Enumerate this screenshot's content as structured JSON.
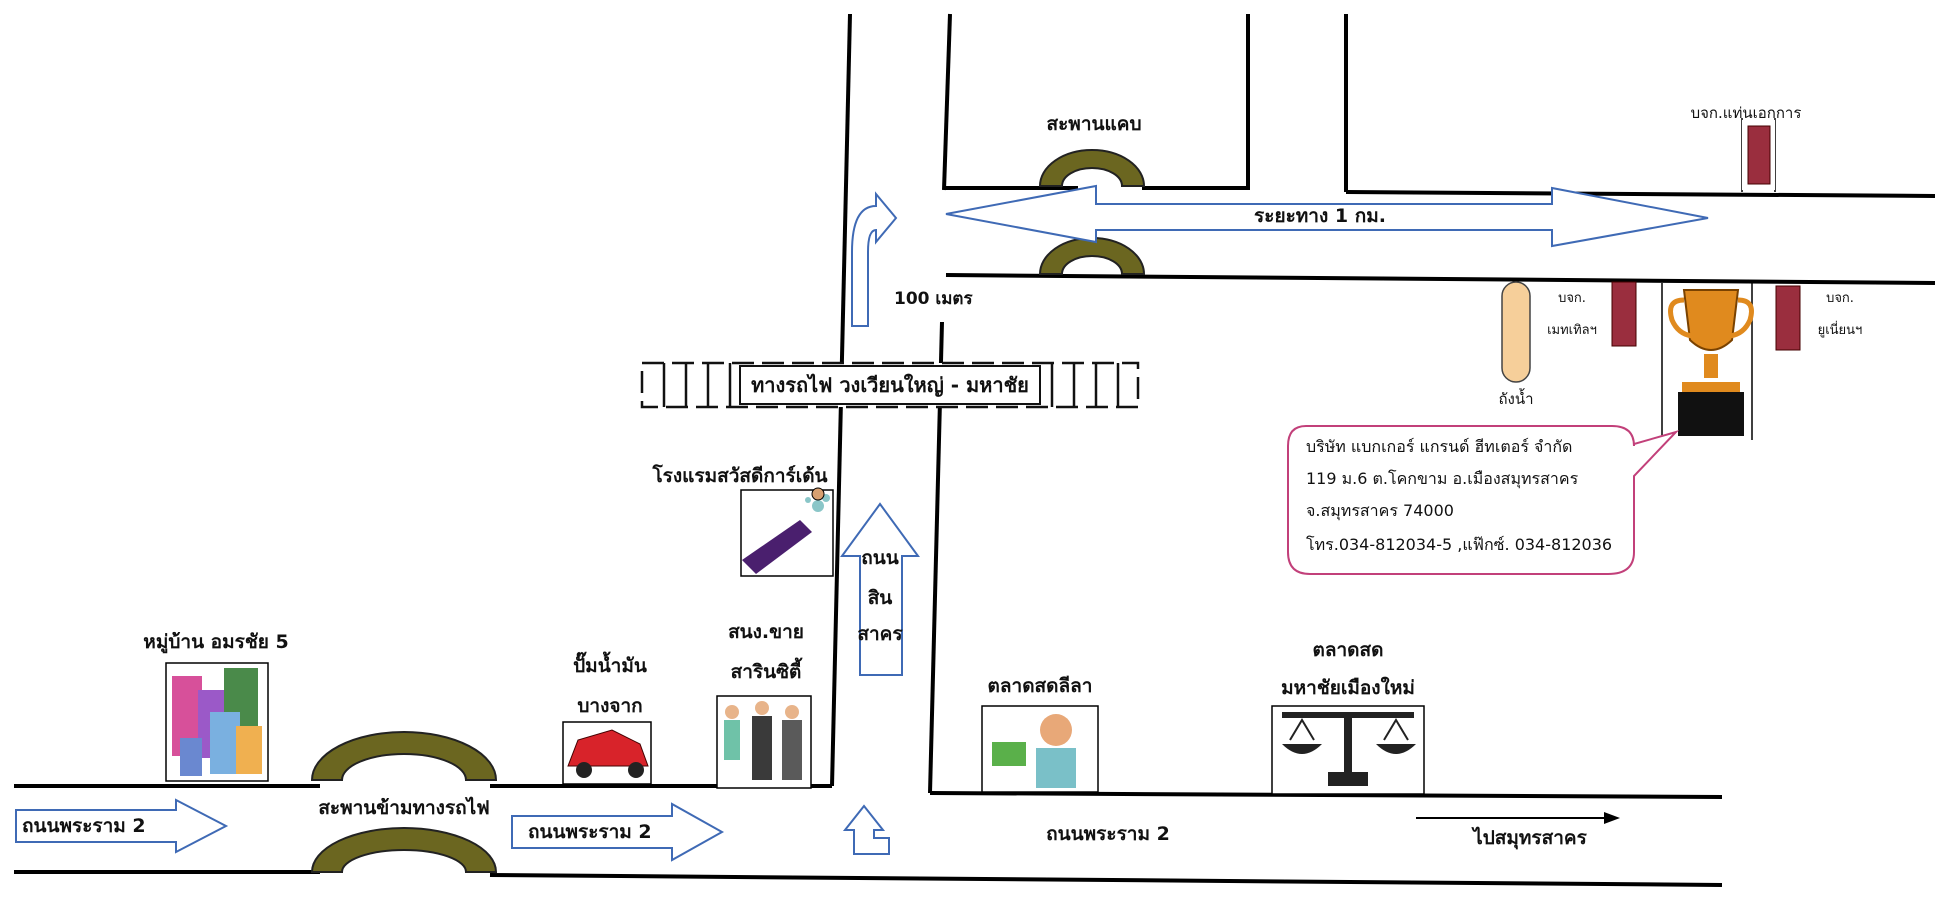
{
  "labels": {
    "village": "หมู่บ้าน อมรชัย 5",
    "rama2_left": "ถนนพระราม 2",
    "rama2_mid": "ถนนพระราม 2",
    "rama2_right": "ถนนพระราม 2",
    "overpass": "สะพานข้ามทางรถไฟ",
    "gas_line1": "ปั๊มน้ำมัน",
    "gas_line2": "บางจาก",
    "office_line1": "สนง.ขาย",
    "office_line2": "สารินซิตี้",
    "hotel": "โรงแรมสวัสดีการ์เด้น",
    "railway": "ทางรถไฟ วงเวียนใหญ่ - มหาชัย",
    "distance_100m": "100 เมตร",
    "sin_sakhon_1": "ถนน",
    "sin_sakhon_2": "สิน",
    "sin_sakhon_3": "สาคร",
    "narrow_bridge": "สะพานแคบ",
    "distance_1km": "ระยะทาง 1 กม.",
    "company_top": "บจก.แท่นเอกการ",
    "company_mid_1": "บจก.",
    "company_mid_2": "เมทเทิลฯ",
    "company_right_1": "บจก.",
    "company_right_2": "ยูเนี่ยนฯ",
    "water_tank": "ถังน้ำ",
    "market_lila": "ตลาดสดลีลา",
    "market_mahachai_1": "ตลาดสด",
    "market_mahachai_2": "มหาชัยเมืองใหม่",
    "to_samut": "ไปสมุทรสาคร"
  },
  "callout": {
    "line1": "บริษัท แบกเกอร์ แกรนด์ ฮีทเตอร์ จำกัด",
    "line2": "119 ม.6 ต.โคกขาม อ.เมืองสมุทรสาคร",
    "line3": "จ.สมุทรสาคร 74000",
    "line4": "โทร.034-812034-5 ,แฟ๊กซ์. 034-812036"
  }
}
